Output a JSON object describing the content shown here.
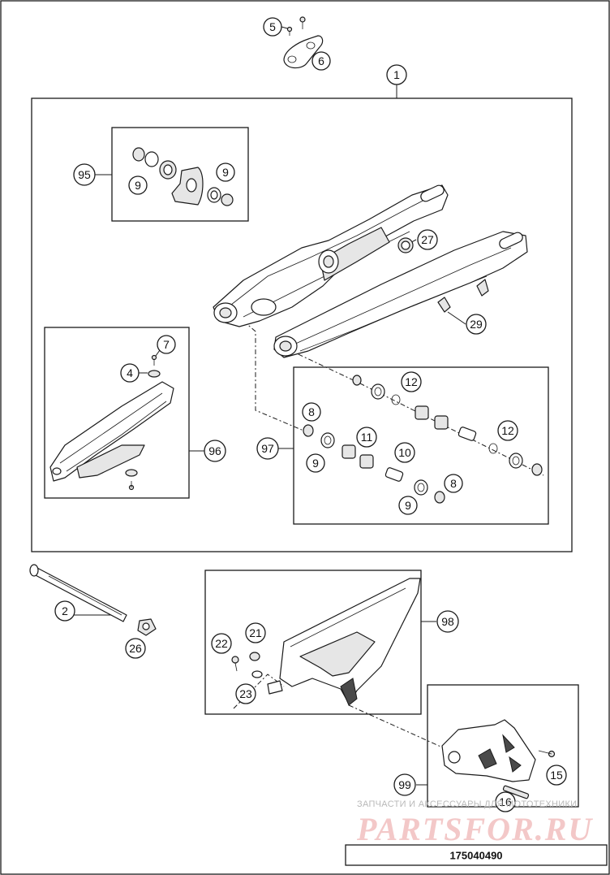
{
  "diagram": {
    "drawing_number": "175040490",
    "callouts": {
      "c1": "1",
      "c2": "2",
      "c4": "4",
      "c5": "5",
      "c6": "6",
      "c7": "7",
      "c8a": "8",
      "c8b": "8",
      "c9a": "9",
      "c9b": "9",
      "c9c": "9",
      "c9d": "9",
      "c10": "10",
      "c11": "11",
      "c12a": "12",
      "c12b": "12",
      "c15": "15",
      "c16": "16",
      "c21": "21",
      "c22": "22",
      "c23": "23",
      "c26": "26",
      "c27": "27",
      "c29": "29",
      "c95": "95",
      "c96": "96",
      "c97": "97",
      "c98": "98",
      "c99": "99"
    }
  },
  "watermark": {
    "caption": "ЗАПЧАСТИ И АКСЕССУАРЫ ДЛЯ МОТОТЕХНИКИ",
    "logo": "PARTSFOR.RU"
  }
}
